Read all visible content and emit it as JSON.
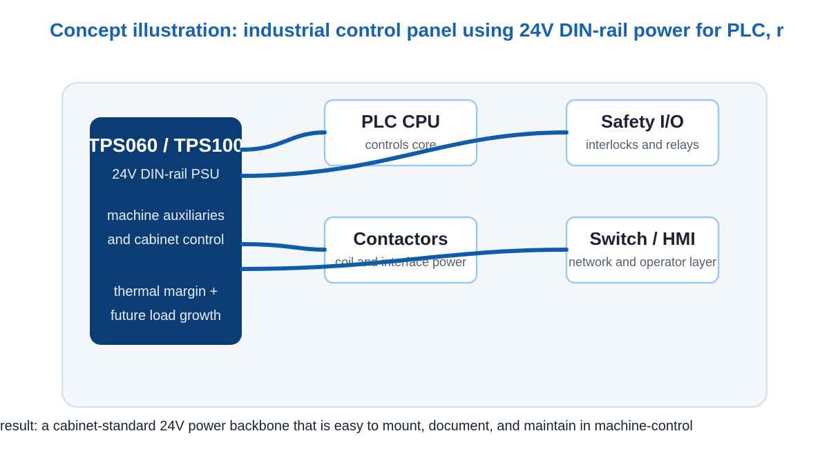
{
  "title": "Concept illustration: industrial control panel using 24V DIN-rail power for PLC, r",
  "psu": {
    "name": "TPS060 / TPS100",
    "subtitle": "24V DIN-rail PSU",
    "lines": [
      "machine auxiliaries",
      "and cabinet control",
      "thermal margin +",
      "future load growth"
    ]
  },
  "nodes": [
    {
      "id": "plc",
      "title": "PLC CPU",
      "subtitle": "controls core"
    },
    {
      "id": "safety",
      "title": "Safety I/O",
      "subtitle": "interlocks and relays"
    },
    {
      "id": "contactors",
      "title": "Contactors",
      "subtitle": "coil and interface power"
    },
    {
      "id": "switch",
      "title": "Switch / HMI",
      "subtitle": "network and operator layer"
    }
  ],
  "footer": "result: a cabinet-standard 24V power backbone that is easy to mount, document, and maintain in machine-control",
  "colors": {
    "title": "#1763b0",
    "panel_fill": "#f3f7fc",
    "panel_stroke": "#d6e2f0",
    "psu_fill": "#0c3c74",
    "psu_text": "#ffffff",
    "psu_subtext": "#e4edf8",
    "node_fill": "#ffffff",
    "node_stroke": "#9dc8f2",
    "node_title": "#1a2233",
    "node_sub": "#556070",
    "wire": "#0f5cab",
    "footer": "#1a2233"
  }
}
